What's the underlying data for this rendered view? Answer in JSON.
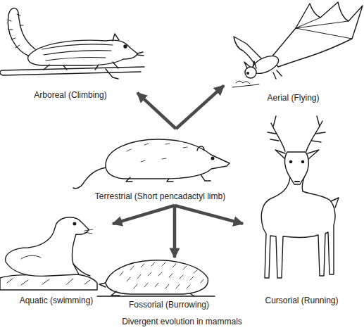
{
  "diagram": {
    "caption": "Divergent evolution in mammals",
    "nodes": [
      {
        "text": [
          "Arboreal (Climbing)"
        ]
      },
      {
        "text": [
          "Aerial (Flying)"
        ]
      },
      {
        "text": [
          "Terrestrial (Short pencadactyl limb)"
        ]
      },
      {
        "text": [
          "Aquatic (swimming)"
        ]
      },
      {
        "text": [
          "Fossorial (Burrowing)"
        ]
      },
      {
        "text": [
          "Cursorial (Running)"
        ]
      }
    ],
    "edges": [
      {
        "from": 2,
        "to": 0,
        "arrow": "to"
      },
      {
        "from": 2,
        "to": 1,
        "arrow": "to"
      },
      {
        "from": 2,
        "to": 3,
        "arrow": "to"
      },
      {
        "from": 2,
        "to": 4,
        "arrow": "to"
      },
      {
        "from": 2,
        "to": 5,
        "arrow": "to"
      }
    ]
  }
}
